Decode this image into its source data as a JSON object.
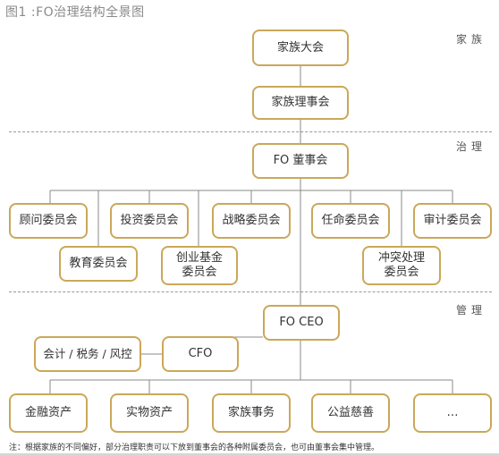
{
  "title": "图1 :FO治理结构全景图",
  "sections": {
    "family": "家族",
    "governance": "治理",
    "management": "管理"
  },
  "nodes": {
    "family_assembly": "家族大会",
    "family_council": "家族理事会",
    "fo_board": "FO 董事会",
    "advisory_committee": "顾问委员会",
    "investment_committee": "投资委员会",
    "strategy_committee": "战略委员会",
    "appointment_committee": "任命委员会",
    "audit_committee": "审计委员会",
    "education_committee": "教育委员会",
    "venture_fund_committee": "创业基金\n委员会",
    "conflict_committee": "冲突处理\n委员会",
    "fo_ceo": "FO CEO",
    "cfo": "CFO",
    "accounting_tax_risk": "会计 / 税务 / 风控",
    "financial_assets": "金融资产",
    "physical_assets": "实物资产",
    "family_affairs": "家族事务",
    "philanthropy": "公益慈善",
    "more": "…"
  },
  "note": "注：根据家族的不同偏好，部分治理职责可以下放到董事会的各种附属委员会，也可由董事会集中管理。",
  "colors": {
    "box_border": "#caa85a",
    "line": "#888888",
    "dash": "#999999"
  }
}
